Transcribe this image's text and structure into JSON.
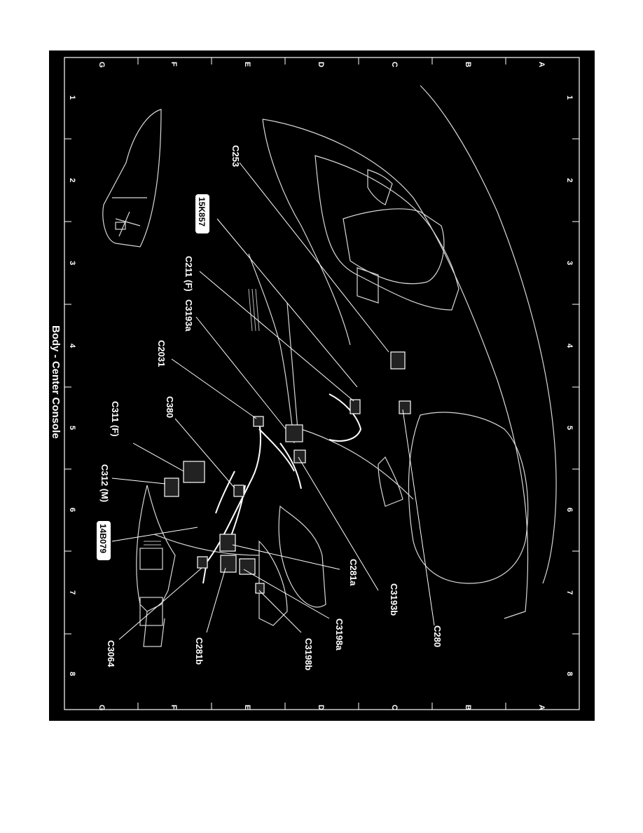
{
  "title": "Body - Center Console",
  "grid": {
    "rows_top": [
      "A",
      "B",
      "C",
      "D",
      "E",
      "F",
      "G"
    ],
    "rows_bottom": [
      "A",
      "B",
      "C",
      "D",
      "E",
      "F",
      "G"
    ],
    "cols_right": [
      "1",
      "2",
      "3",
      "4",
      "5",
      "6",
      "7",
      "8"
    ],
    "cols_left": [
      "1",
      "2",
      "3",
      "4",
      "5",
      "6",
      "7",
      "8"
    ]
  },
  "connectors": {
    "c253": "C253",
    "c211f": "C211 (F)",
    "c3193a": "C3193a",
    "c2031": "C2031",
    "c380": "C380",
    "c311f": "C311 (F)",
    "c312m": "C312 (M)",
    "c3064": "C3064",
    "c281b": "C281b",
    "c3198b": "C3198b",
    "c3198a": "C3198a",
    "c281a": "C281a",
    "c3193b": "C3193b",
    "c280": "C280"
  },
  "part_numbers": {
    "harness_1": "15K857",
    "harness_2": "14B079"
  }
}
